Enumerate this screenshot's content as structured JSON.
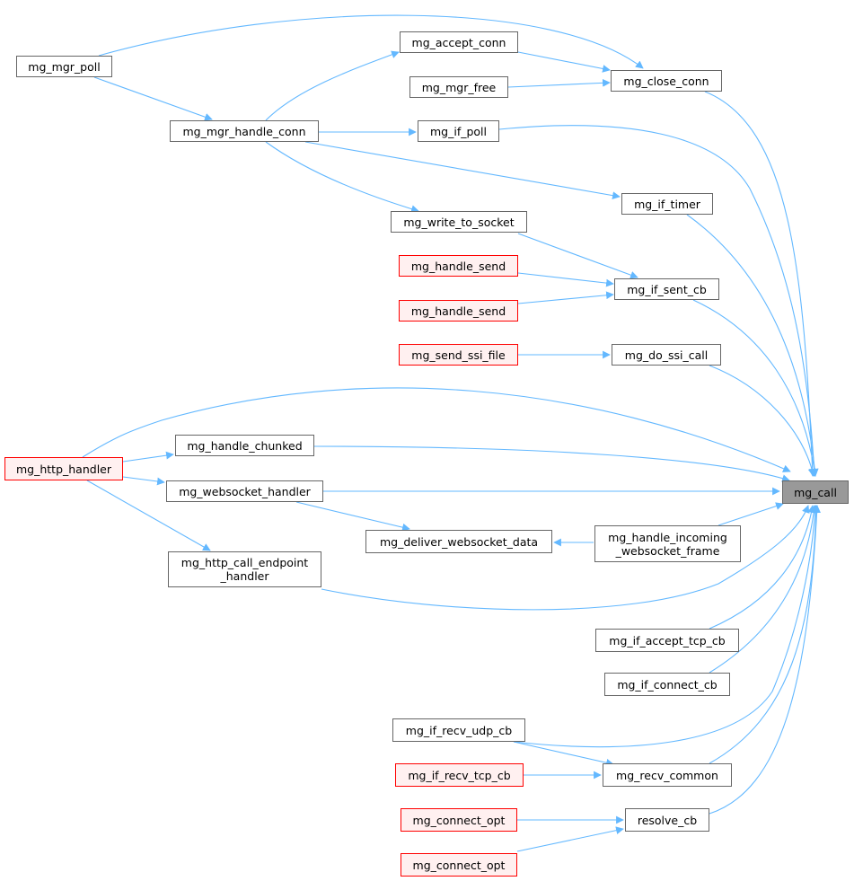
{
  "graph": {
    "type": "doxygen-caller-graph",
    "focus_node": "mg_call",
    "colors": {
      "edge": "#63b8ff",
      "normal_border": "#666666",
      "external_border": "#ff0000",
      "external_fill": "#fff0f0",
      "focus_fill": "#999999"
    },
    "nodes": [
      {
        "id": "mg_mgr_poll",
        "label": "mg_mgr_poll",
        "style": "normal"
      },
      {
        "id": "mg_accept_conn",
        "label": "mg_accept_conn",
        "style": "normal"
      },
      {
        "id": "mg_mgr_free",
        "label": "mg_mgr_free",
        "style": "normal"
      },
      {
        "id": "mg_close_conn",
        "label": "mg_close_conn",
        "style": "normal"
      },
      {
        "id": "mg_mgr_handle_conn",
        "label": "mg_mgr_handle_conn",
        "style": "normal"
      },
      {
        "id": "mg_if_poll",
        "label": "mg_if_poll",
        "style": "normal"
      },
      {
        "id": "mg_if_timer",
        "label": "mg_if_timer",
        "style": "normal"
      },
      {
        "id": "mg_write_to_socket",
        "label": "mg_write_to_socket",
        "style": "normal"
      },
      {
        "id": "mg_handle_send_1",
        "label": "mg_handle_send",
        "style": "external"
      },
      {
        "id": "mg_if_sent_cb",
        "label": "mg_if_sent_cb",
        "style": "normal"
      },
      {
        "id": "mg_handle_send_2",
        "label": "mg_handle_send",
        "style": "external"
      },
      {
        "id": "mg_send_ssi_file",
        "label": "mg_send_ssi_file",
        "style": "external"
      },
      {
        "id": "mg_do_ssi_call",
        "label": "mg_do_ssi_call",
        "style": "normal"
      },
      {
        "id": "mg_handle_chunked",
        "label": "mg_handle_chunked",
        "style": "normal"
      },
      {
        "id": "mg_http_handler",
        "label": "mg_http_handler",
        "style": "external"
      },
      {
        "id": "mg_websocket_handler",
        "label": "mg_websocket_handler",
        "style": "normal"
      },
      {
        "id": "mg_call",
        "label": "mg_call",
        "style": "focus"
      },
      {
        "id": "mg_deliver_websocket_data",
        "label": "mg_deliver_websocket_data",
        "style": "normal"
      },
      {
        "id": "mg_handle_incoming_websocket_frame",
        "label": "mg_handle_incoming\n_websocket_frame",
        "style": "normal"
      },
      {
        "id": "mg_http_call_endpoint_handler",
        "label": "mg_http_call_endpoint\n_handler",
        "style": "normal"
      },
      {
        "id": "mg_if_accept_tcp_cb",
        "label": "mg_if_accept_tcp_cb",
        "style": "normal"
      },
      {
        "id": "mg_if_connect_cb",
        "label": "mg_if_connect_cb",
        "style": "normal"
      },
      {
        "id": "mg_if_recv_udp_cb",
        "label": "mg_if_recv_udp_cb",
        "style": "normal"
      },
      {
        "id": "mg_if_recv_tcp_cb",
        "label": "mg_if_recv_tcp_cb",
        "style": "external"
      },
      {
        "id": "mg_recv_common",
        "label": "mg_recv_common",
        "style": "normal"
      },
      {
        "id": "mg_connect_opt_1",
        "label": "mg_connect_opt",
        "style": "external"
      },
      {
        "id": "resolve_cb",
        "label": "resolve_cb",
        "style": "normal"
      },
      {
        "id": "mg_connect_opt_2",
        "label": "mg_connect_opt",
        "style": "external"
      }
    ],
    "edges": [
      {
        "from": "mg_mgr_poll",
        "to": "mg_close_conn"
      },
      {
        "from": "mg_mgr_poll",
        "to": "mg_mgr_handle_conn"
      },
      {
        "from": "mg_mgr_handle_conn",
        "to": "mg_accept_conn"
      },
      {
        "from": "mg_mgr_handle_conn",
        "to": "mg_if_poll"
      },
      {
        "from": "mg_mgr_handle_conn",
        "to": "mg_if_timer"
      },
      {
        "from": "mg_mgr_handle_conn",
        "to": "mg_write_to_socket"
      },
      {
        "from": "mg_accept_conn",
        "to": "mg_close_conn"
      },
      {
        "from": "mg_mgr_free",
        "to": "mg_close_conn"
      },
      {
        "from": "mg_close_conn",
        "to": "mg_call"
      },
      {
        "from": "mg_if_poll",
        "to": "mg_call"
      },
      {
        "from": "mg_if_timer",
        "to": "mg_call"
      },
      {
        "from": "mg_write_to_socket",
        "to": "mg_if_sent_cb"
      },
      {
        "from": "mg_handle_send_1",
        "to": "mg_if_sent_cb"
      },
      {
        "from": "mg_handle_send_2",
        "to": "mg_if_sent_cb"
      },
      {
        "from": "mg_if_sent_cb",
        "to": "mg_call"
      },
      {
        "from": "mg_send_ssi_file",
        "to": "mg_do_ssi_call"
      },
      {
        "from": "mg_do_ssi_call",
        "to": "mg_call"
      },
      {
        "from": "mg_http_handler",
        "to": "mg_call"
      },
      {
        "from": "mg_http_handler",
        "to": "mg_handle_chunked"
      },
      {
        "from": "mg_http_handler",
        "to": "mg_websocket_handler"
      },
      {
        "from": "mg_http_handler",
        "to": "mg_http_call_endpoint_handler"
      },
      {
        "from": "mg_handle_chunked",
        "to": "mg_call"
      },
      {
        "from": "mg_websocket_handler",
        "to": "mg_call"
      },
      {
        "from": "mg_websocket_handler",
        "to": "mg_deliver_websocket_data"
      },
      {
        "from": "mg_handle_incoming_websocket_frame",
        "to": "mg_deliver_websocket_data"
      },
      {
        "from": "mg_handle_incoming_websocket_frame",
        "to": "mg_call"
      },
      {
        "from": "mg_http_call_endpoint_handler",
        "to": "mg_call"
      },
      {
        "from": "mg_if_accept_tcp_cb",
        "to": "mg_call"
      },
      {
        "from": "mg_if_connect_cb",
        "to": "mg_call"
      },
      {
        "from": "mg_if_recv_udp_cb",
        "to": "mg_call"
      },
      {
        "from": "mg_if_recv_udp_cb",
        "to": "mg_recv_common"
      },
      {
        "from": "mg_if_recv_tcp_cb",
        "to": "mg_recv_common"
      },
      {
        "from": "mg_recv_common",
        "to": "mg_call"
      },
      {
        "from": "mg_connect_opt_1",
        "to": "resolve_cb"
      },
      {
        "from": "mg_connect_opt_2",
        "to": "resolve_cb"
      },
      {
        "from": "resolve_cb",
        "to": "mg_call"
      }
    ]
  }
}
